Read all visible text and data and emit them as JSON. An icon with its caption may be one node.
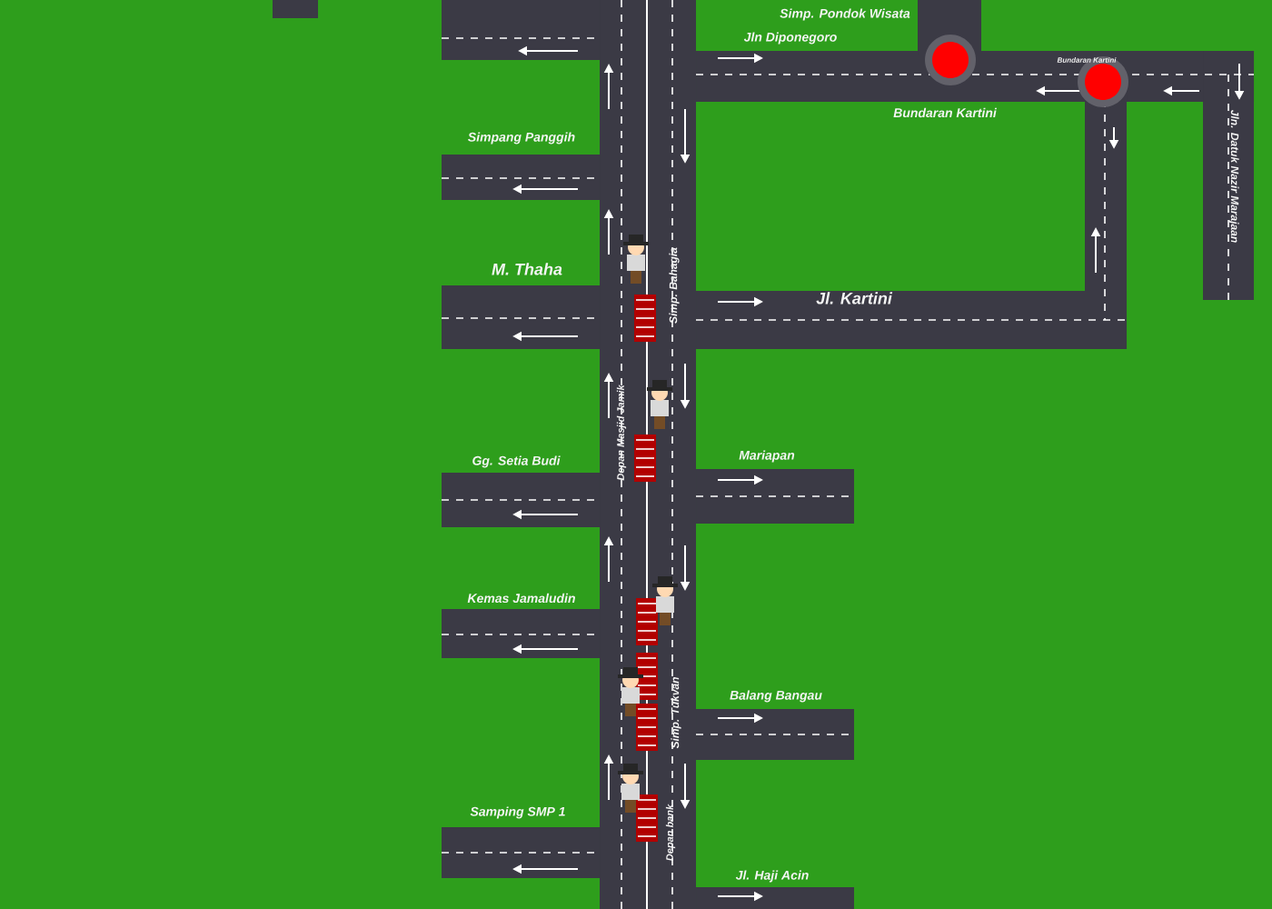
{
  "diagram": {
    "labels": [
      "Simp. Pondok Wisata",
      "Jln Diponegoro",
      "Bundaran Kartini",
      "Bundaran Kartini",
      "Jln. Datuk Nazir Marajaan",
      "Simpang Panggih",
      "M. Thaha",
      "Simp. Bahagia",
      "Jl. Kartini",
      "Depan Masjid Jamik",
      "Gg. Setia Budi",
      "Mariapan",
      "Kemas Jamaludin",
      "Simp. Tukvan",
      "Balang Bangau",
      "Samping SMP 1",
      "Depan bank",
      "Jl. Haji Acin"
    ]
  }
}
